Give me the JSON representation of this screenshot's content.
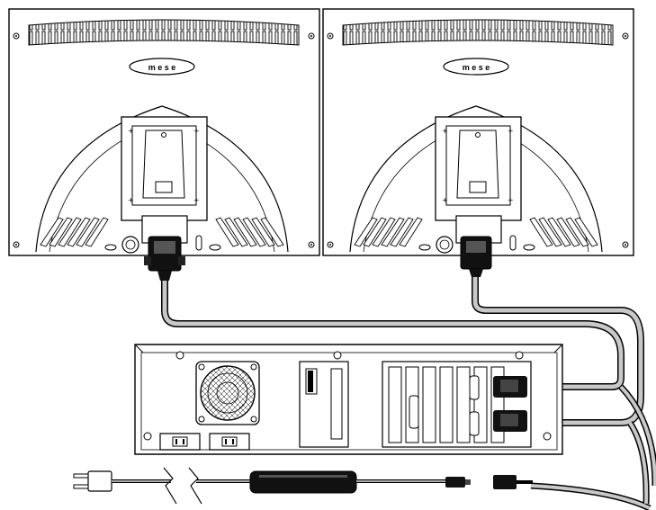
{
  "diagram": {
    "monitors": [
      {
        "id": "monitor-left",
        "logo_text": "m e s e"
      },
      {
        "id": "monitor-right",
        "logo_text": "m e s e"
      }
    ],
    "cables": {
      "video_cable_color": "#bdbdbd",
      "cable_outline_color": "#000000",
      "power_cable_color": "#9a9a9a"
    },
    "colors": {
      "line": "#000000",
      "fill": "#ffffff",
      "dark": "#111111",
      "grey": "#888888"
    }
  }
}
